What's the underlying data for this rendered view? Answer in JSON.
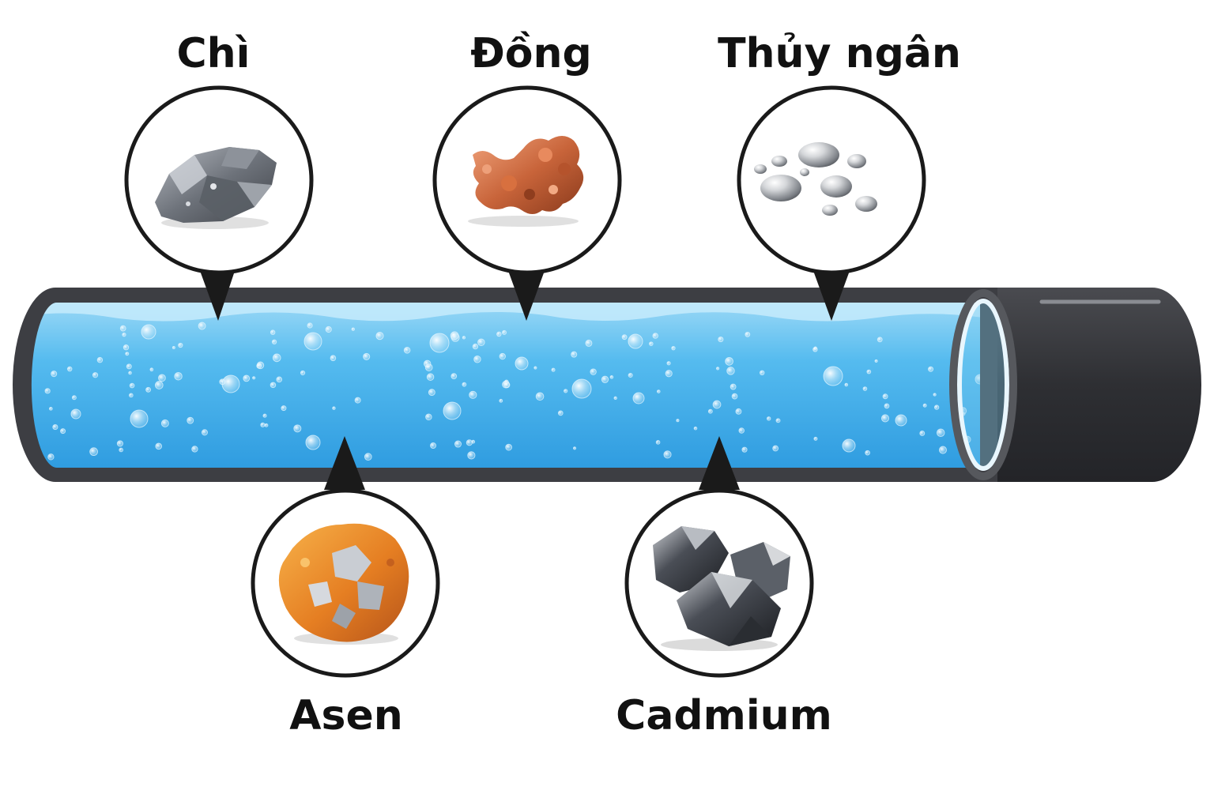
{
  "labels": {
    "lead": "Chì",
    "copper": "Đồng",
    "mercury": "Thủy ngân",
    "arsenic": "Asen",
    "cadmium": "Cadmium"
  },
  "colors": {
    "pipe": "#3a3b3f",
    "pipe_end": "#2b2c30",
    "water_top": "#8fd3f5",
    "water_mid": "#48b4ee",
    "water_bottom": "#2e9be0",
    "callout_border": "#1a1a1a",
    "lead_mineral": "#6e737b",
    "copper_mineral": "#c8643a",
    "mercury_drop": "#a9acb1",
    "arsenic_mineral": "#e8892a",
    "cadmium_mineral": "#2c2f35"
  }
}
